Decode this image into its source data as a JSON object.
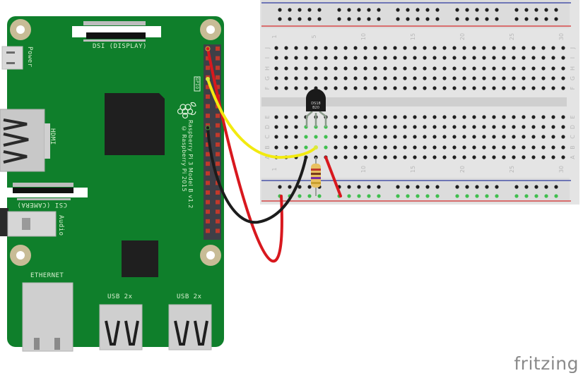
{
  "watermark": "fritzing",
  "board": {
    "model_label": "Raspberry Pi 3 Model B v1.2",
    "copyright_label": "© Raspberry Pi 2015",
    "gpio_label": "GPIO",
    "ports": {
      "dsi": "DSI (DISPLAY)",
      "csi": "CSI (CAMERA)",
      "power": "Power",
      "hdmi": "HDMI",
      "audio": "Audio",
      "ethernet": "ETHERNET",
      "usb1": "USB 2x",
      "usb2": "USB 2x"
    },
    "colors": {
      "pcb": "#0f7f2b",
      "header": "#3f3f47",
      "pin": "#c0392b",
      "mount_hole": "#c8bc96"
    }
  },
  "breadboard": {
    "column_numbers": [
      "1",
      "5",
      "10",
      "15",
      "20",
      "25",
      "30"
    ],
    "rows_top": [
      "J",
      "I",
      "H",
      "G",
      "F"
    ],
    "rows_bottom": [
      "E",
      "D",
      "C",
      "B",
      "A"
    ],
    "column_count": 30
  },
  "components": {
    "sensor": {
      "name": "DS18B20",
      "label_line1": "DS18",
      "label_line2": "B20"
    },
    "resistor": {
      "bands": [
        "#c0392b",
        "#7b3b1c",
        "#7b2fa0",
        "#c8a030"
      ]
    }
  },
  "wires": [
    {
      "name": "red-power-wire",
      "color": "#d8181e"
    },
    {
      "name": "yellow-data-wire",
      "color": "#f2ea10"
    },
    {
      "name": "black-ground-wire",
      "color": "#1c1c1c"
    },
    {
      "name": "red-jumper-wire",
      "color": "#d8181e"
    }
  ]
}
